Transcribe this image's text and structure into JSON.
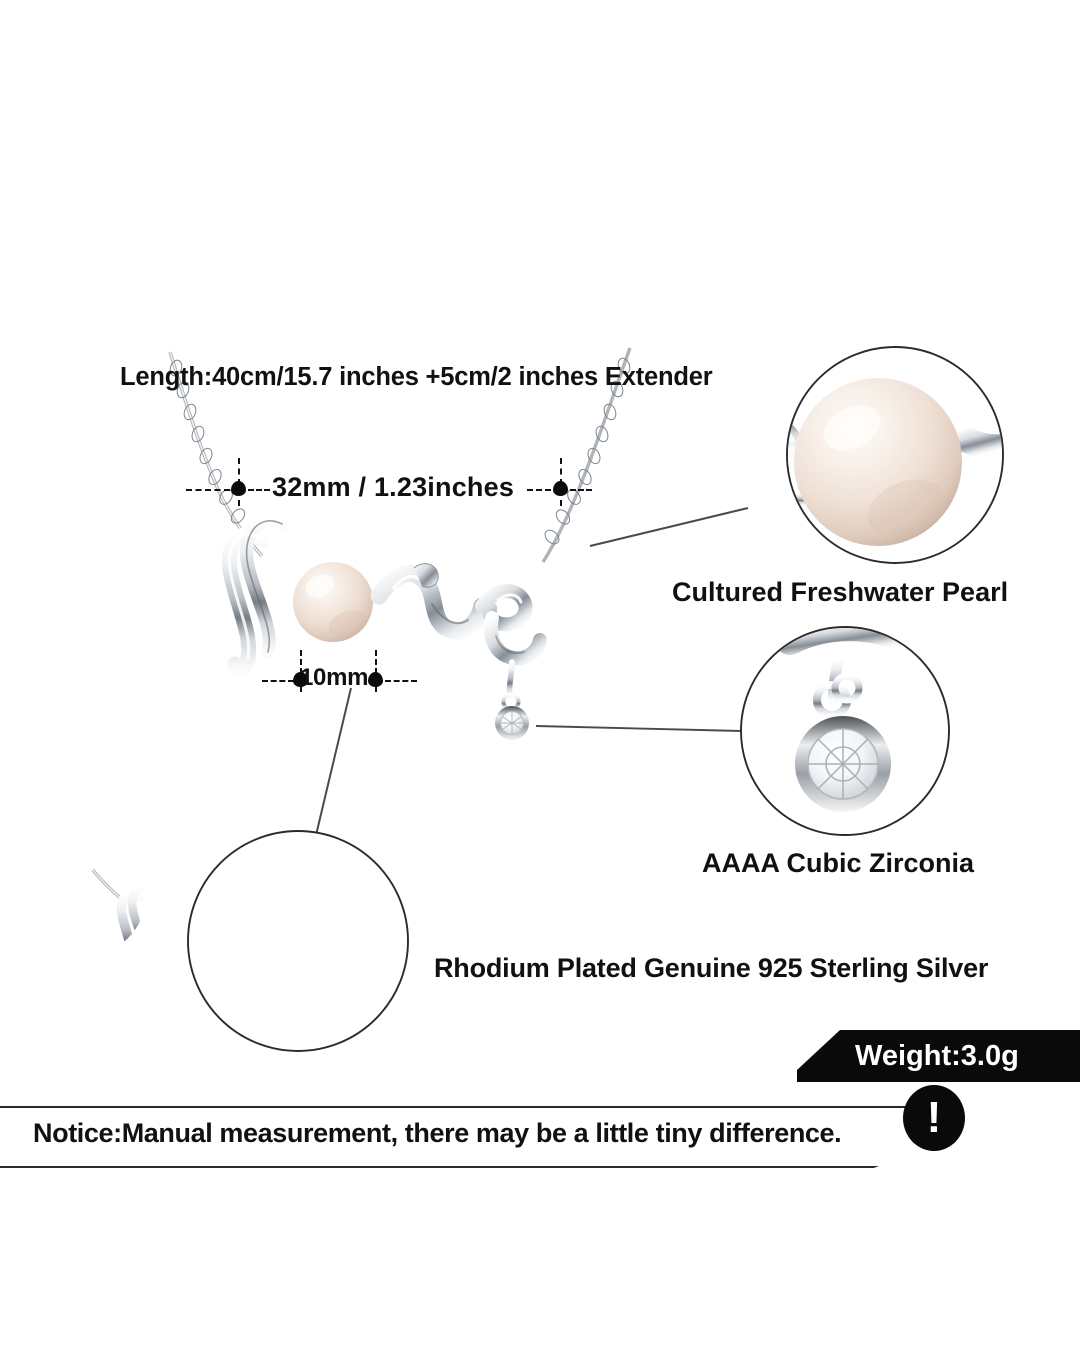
{
  "product": {
    "type": "love-pendant-necklace",
    "material_desc": "sterling silver love script pendant with freshwater pearl and cubic zirconia drop"
  },
  "measurements": {
    "length_label": "Length:40cm/15.7 inches +5cm/2 inches Extender",
    "pendant_width_label": "32mm / 1.23inches",
    "pearl_size_label": "10mm"
  },
  "features": [
    {
      "id": "pearl",
      "label": "Cultured Freshwater Pearl"
    },
    {
      "id": "cz",
      "label": "AAAA Cubic Zirconia"
    },
    {
      "id": "silver",
      "label": "Rhodium Plated Genuine 925 Sterling Silver"
    }
  ],
  "badges": {
    "weight": "Weight:3.0g",
    "warning_glyph": "!"
  },
  "notice": {
    "text": "Notice:Manual measurement, there may be a little tiny difference."
  },
  "colors": {
    "background": "#ffffff",
    "text": "#111111",
    "badge_bg": "#0a0a0a",
    "badge_text": "#ffffff",
    "outline": "#2a2a2a",
    "pearl_light": "#f7efe8",
    "pearl_mid": "#eadbd0",
    "pearl_shadow": "#d8c4b6",
    "silver_light": "#fdfdfd",
    "silver_mid": "#c9cdd2",
    "silver_dark": "#6e747b"
  }
}
